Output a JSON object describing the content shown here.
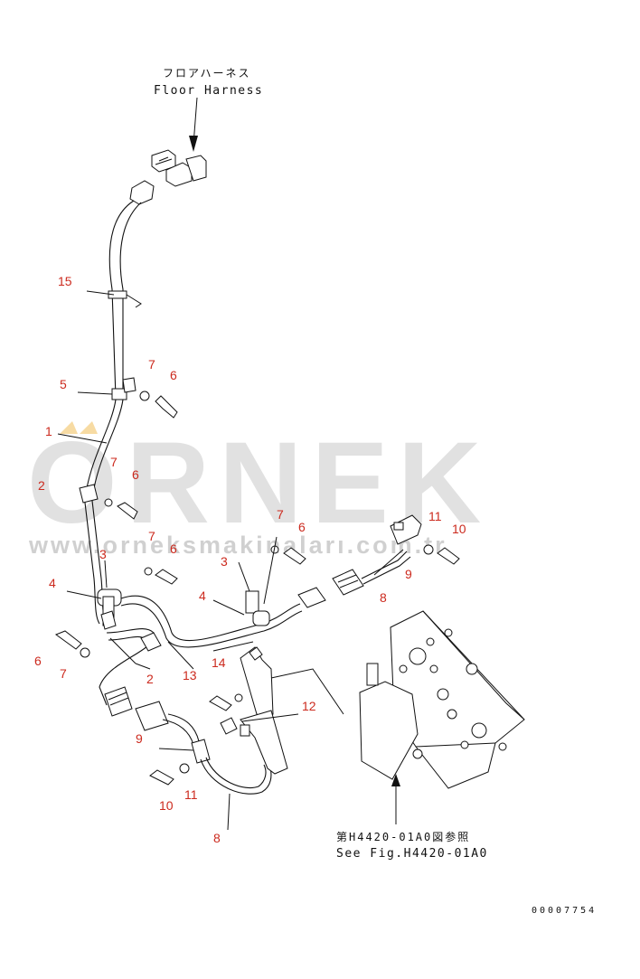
{
  "labels": {
    "floor_harness_jp": "フロアハーネス",
    "floor_harness_en": "Floor Harness",
    "see_fig_jp": "第H4420-01A0図参照",
    "see_fig_en": "See Fig.H4420-01A0",
    "drawing_code": "00007754"
  },
  "watermark": {
    "brand": "ORNEK",
    "url": "www.orneksmakinaları.com.tr"
  },
  "colors": {
    "callout": "#cc2a1e",
    "line": "#111111",
    "watermark": "#c9c9c9",
    "accent": "#f5d28c"
  },
  "callouts": [
    "15",
    "5",
    "7",
    "6",
    "1",
    "7",
    "2",
    "6",
    "3",
    "7",
    "6",
    "4",
    "6",
    "7",
    "2",
    "13",
    "14",
    "7",
    "6",
    "3",
    "4",
    "11",
    "10",
    "8",
    "9",
    "12",
    "9",
    "10",
    "11",
    "8"
  ]
}
